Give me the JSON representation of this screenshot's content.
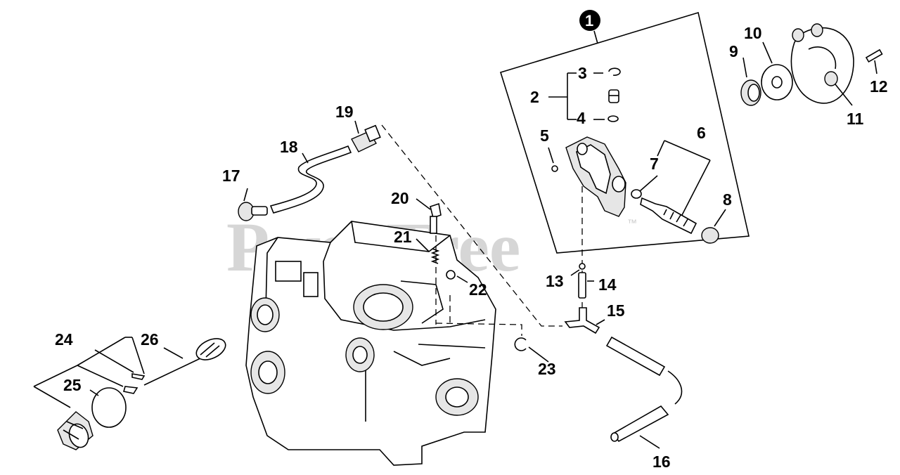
{
  "watermark": {
    "text": "PartsTree",
    "tm": "™"
  },
  "callout": {
    "number": "1"
  },
  "labels": {
    "l2": "2",
    "l3": "3",
    "l4": "4",
    "l5": "5",
    "l6": "6",
    "l7": "7",
    "l8": "8",
    "l9": "9",
    "l10": "10",
    "l11": "11",
    "l12": "12",
    "l13": "13",
    "l14": "14",
    "l15": "15",
    "l16": "16",
    "l17": "17",
    "l18": "18",
    "l19": "19",
    "l20": "20",
    "l21": "21",
    "l22": "22",
    "l23": "23",
    "l24": "24",
    "l25": "25",
    "l26": "26"
  }
}
